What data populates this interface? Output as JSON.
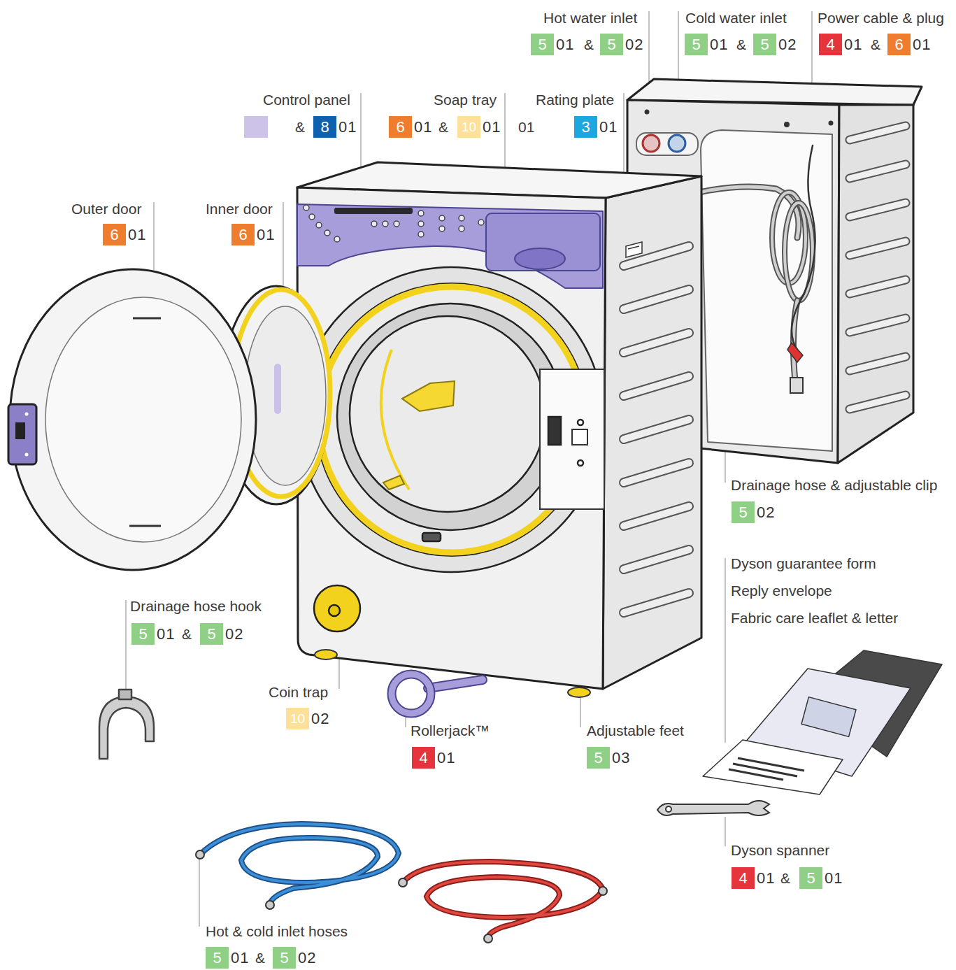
{
  "diagram": {
    "nodes": [
      {
        "text": [
          "5",
          "01"
        ]
      },
      {
        "text": [
          "5",
          "02"
        ]
      },
      {
        "text": [
          "5",
          "01"
        ]
      },
      {
        "text": [
          "5",
          "02"
        ]
      },
      {
        "text": [
          "4",
          "01"
        ]
      },
      {
        "text": [
          "6",
          "01"
        ]
      },
      {
        "text": [
          "8",
          "01"
        ]
      },
      {
        "text": [
          "6",
          "01"
        ]
      },
      {
        "text": [
          "10",
          "01"
        ]
      },
      {
        "text": [
          "3",
          "01"
        ]
      },
      {
        "text": [
          "6",
          "01"
        ]
      },
      {
        "text": [
          "6",
          "01"
        ]
      },
      {
        "text": [
          "5",
          "02"
        ]
      },
      {
        "text": [
          "5",
          "01"
        ]
      },
      {
        "text": [
          "5",
          "02"
        ]
      },
      {
        "text": [
          "10",
          "02"
        ]
      },
      {
        "text": [
          "4",
          "01"
        ]
      },
      {
        "text": [
          "5",
          "03"
        ]
      },
      {
        "text": [
          "4",
          "01"
        ]
      },
      {
        "text": [
          "5",
          "01"
        ]
      },
      {
        "text": [
          "5",
          "01"
        ]
      },
      {
        "text": [
          "5",
          "02"
        ]
      }
    ],
    "labels": [
      "Hot water inlet",
      "&",
      "Cold water inlet",
      "&",
      "Power cable & plug",
      "&",
      "Control panel",
      "&",
      "Soap tray",
      "&",
      "01",
      "Rating plate",
      "Outer door",
      "Inner door",
      "Drainage hose & adjustable clip",
      "Dyson guarantee form",
      "Reply envelope",
      "Fabric care leaflet & letter",
      "Drainage hose hook",
      "&",
      "Coin trap",
      "Rollerjack™",
      "Adjustable feet",
      "Dyson spanner",
      "&",
      "Hot & cold inlet hoses",
      "&"
    ]
  }
}
